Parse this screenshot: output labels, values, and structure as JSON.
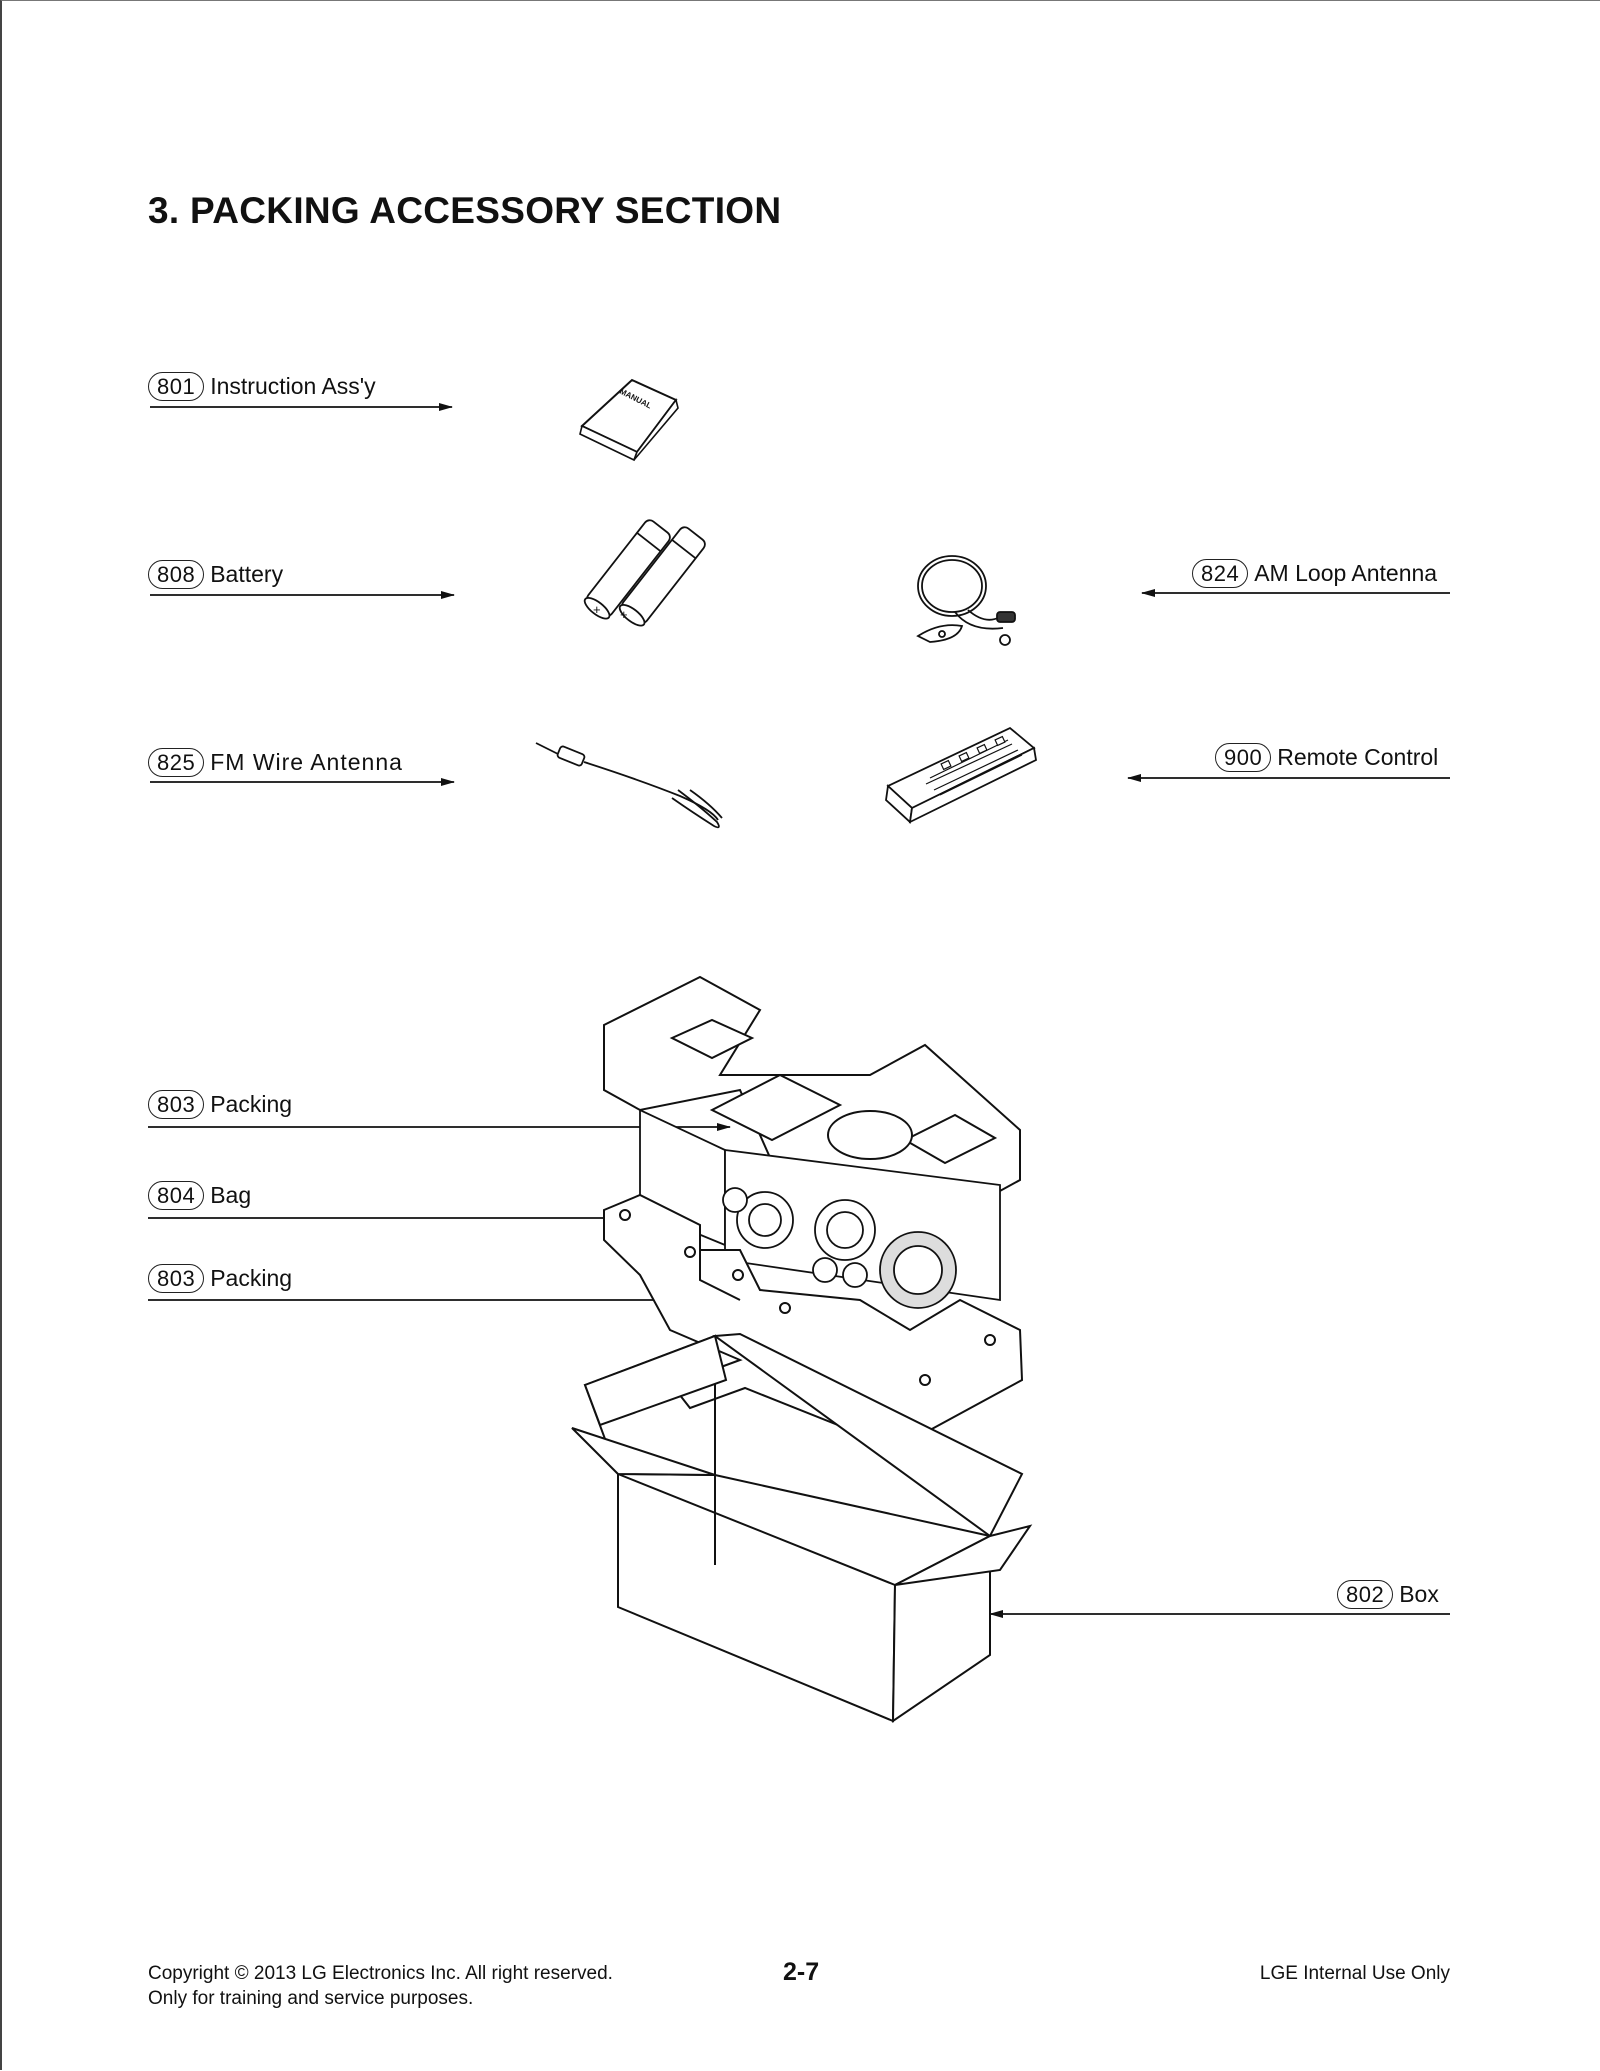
{
  "title": "3. PACKING ACCESSORY SECTION",
  "callouts": [
    {
      "num": "801",
      "label": "Instruction Ass'y"
    },
    {
      "num": "808",
      "label": "Battery"
    },
    {
      "num": "825",
      "label": "FM Wire Antenna"
    },
    {
      "num": "824",
      "label": "AM Loop Antenna"
    },
    {
      "num": "900",
      "label": "Remote Control"
    },
    {
      "num": "803",
      "label": "Packing"
    },
    {
      "num": "804",
      "label": "Bag"
    },
    {
      "num": "803",
      "label": "Packing"
    },
    {
      "num": "802",
      "label": "Box"
    }
  ],
  "manual_cover_text": "MANUAL",
  "footer": {
    "copyright": "Copyright © 2013 LG Electronics Inc. All right reserved.",
    "purpose": "Only for training and service purposes.",
    "page": "2-7",
    "internal": "LGE Internal Use Only"
  }
}
